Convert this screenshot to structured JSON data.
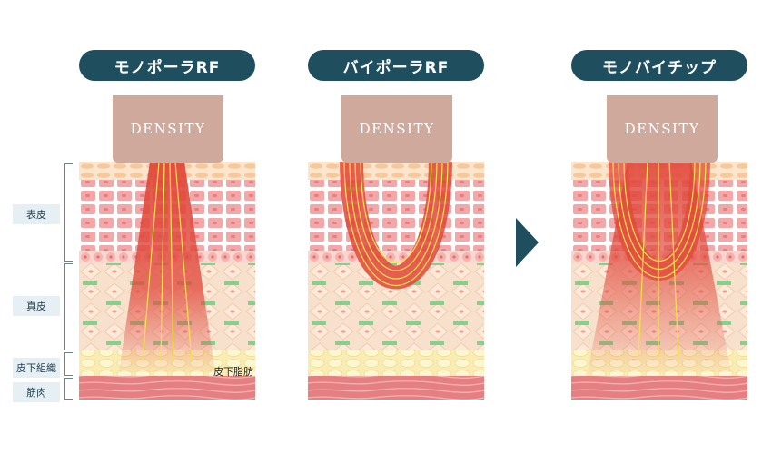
{
  "columns": [
    {
      "title": "モノポーラRF",
      "probe_label": "DENSITY"
    },
    {
      "title": "バイポーラRF",
      "probe_label": "DENSITY"
    },
    {
      "title": "モノバイチップ",
      "probe_label": "DENSITY"
    }
  ],
  "layers": {
    "epidermis": "表皮",
    "dermis": "真皮",
    "subcutaneous": "皮下組織",
    "muscle": "筋肉",
    "fat_label": "皮下脂肪"
  },
  "colors": {
    "pill": "#1f4f5f",
    "probe": "#cfa99b",
    "energy": "#e0473a",
    "current_lines": "#f6e24a"
  }
}
